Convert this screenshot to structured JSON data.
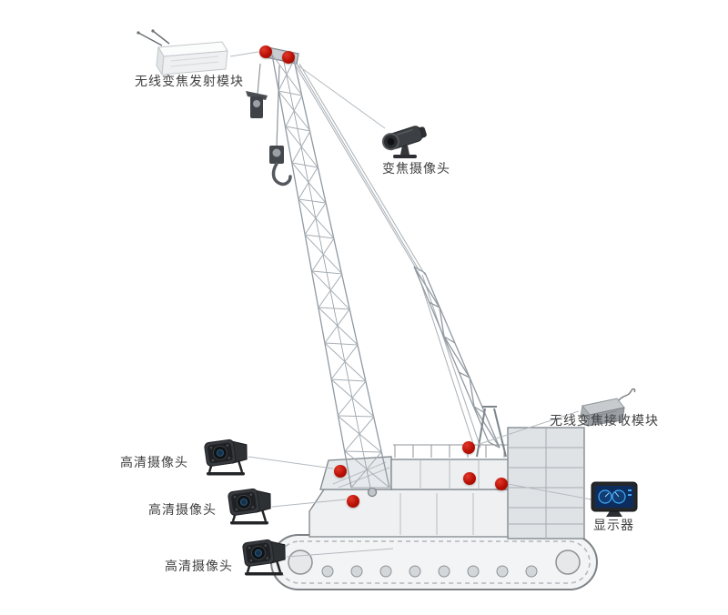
{
  "diagram": {
    "subject": "crawler-crane-camera-monitoring-system",
    "labels": {
      "transmitter": "无线变焦发射模块",
      "zoom_camera": "变焦摄像头",
      "receiver": "无线变焦接收模块",
      "monitor": "显示器",
      "hd_camera_1": "高清摄像头",
      "hd_camera_2": "高清摄像头",
      "hd_camera_3": "高清摄像头"
    },
    "icons": {
      "transmitter": "wireless-transmitter-module-icon",
      "zoom_camera": "zoom-camera-icon",
      "receiver": "wireless-receiver-module-icon",
      "monitor": "display-monitor-icon",
      "hd_camera": "hd-camera-icon",
      "illustration": "crawler-crane-line-art"
    },
    "markers": [
      {
        "name": "boom-tip-left"
      },
      {
        "name": "boom-tip-right"
      },
      {
        "name": "gantry-top"
      },
      {
        "name": "body-left-upper"
      },
      {
        "name": "body-center"
      },
      {
        "name": "body-left-lower"
      },
      {
        "name": "body-right"
      }
    ],
    "colors": {
      "marker": "#b80f04",
      "label_text": "#404040",
      "leader_line": "#b4bac0",
      "crane_stroke": "#9099a1",
      "body_stroke": "#7d848a",
      "screen_blue": "#0d2d5e",
      "background": "#ffffff"
    }
  }
}
